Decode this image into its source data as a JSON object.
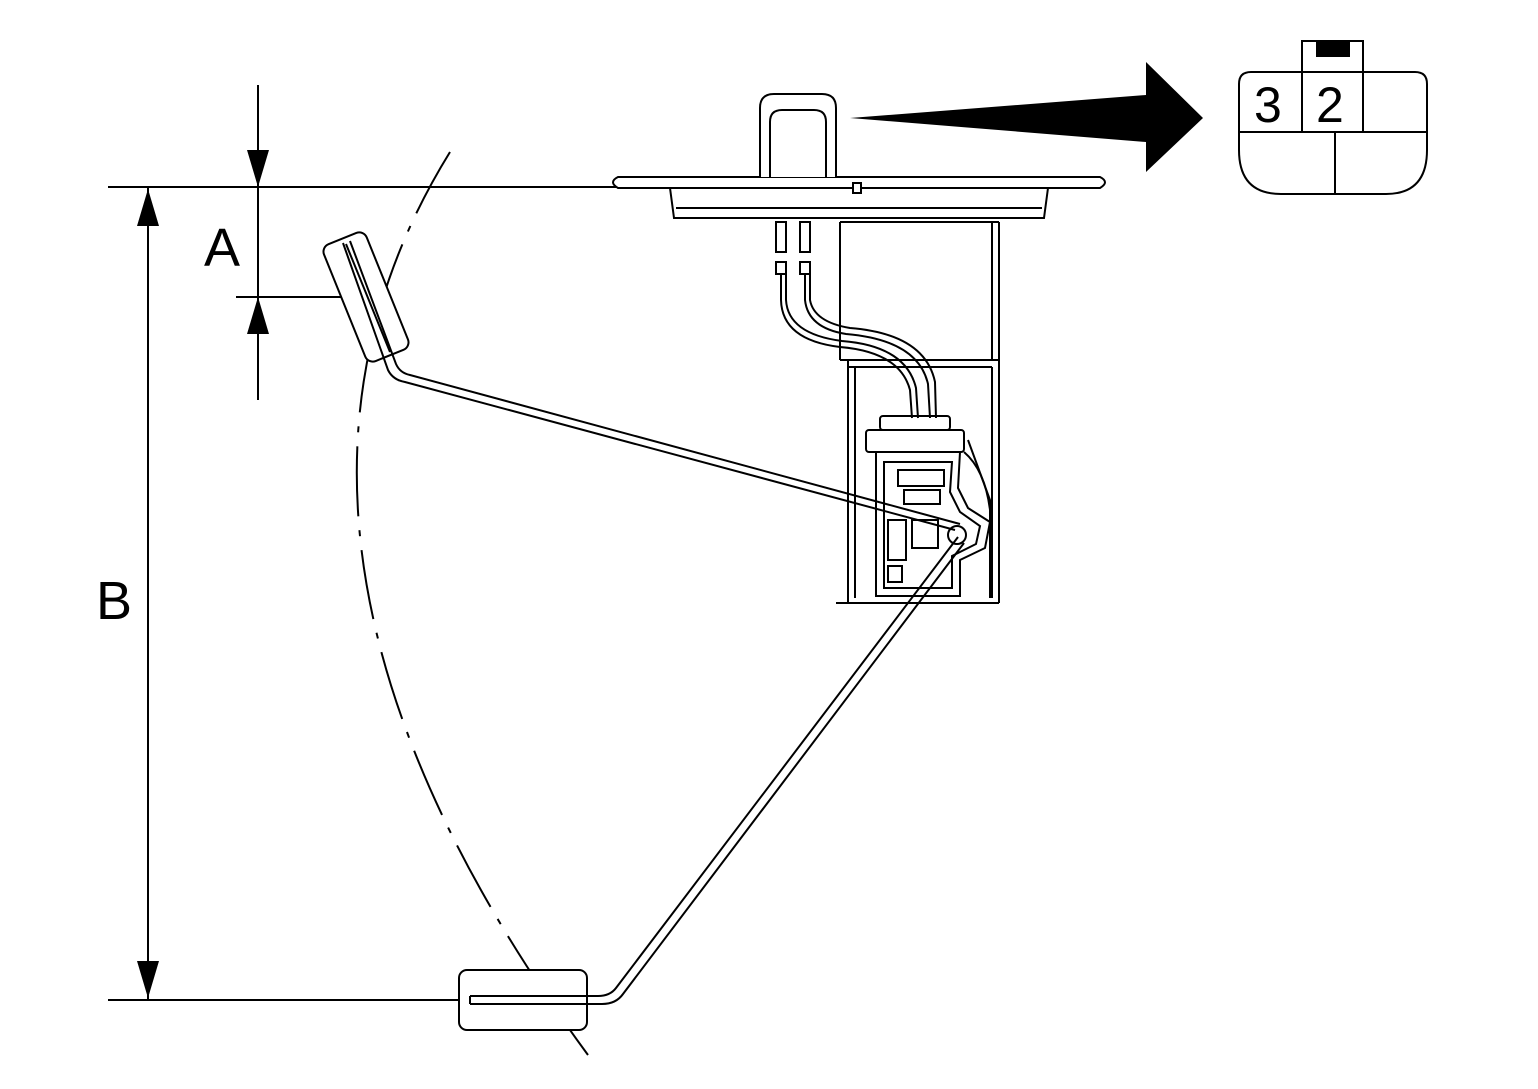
{
  "diagram": {
    "dimensions": [
      {
        "id": "A",
        "label": "A"
      },
      {
        "id": "B",
        "label": "B"
      }
    ],
    "connector": {
      "pins": [
        {
          "id": "pin3",
          "label": "3"
        },
        {
          "id": "pin2",
          "label": "2"
        }
      ]
    },
    "colors": {
      "line": "#000000",
      "background": "#ffffff"
    }
  }
}
